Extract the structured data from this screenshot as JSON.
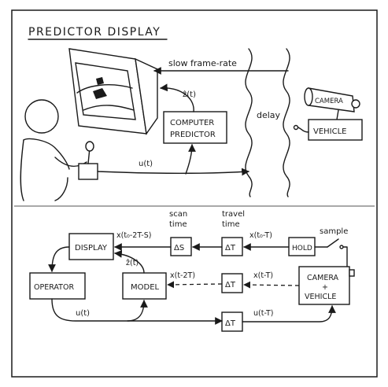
{
  "title": "PREDICTOR DISPLAY",
  "top": {
    "slow_frame_rate": "slow frame-rate",
    "z_hat": "ẑ(t)",
    "computer_predictor_line1": "COMPUTER",
    "computer_predictor_line2": "PREDICTOR",
    "u_t": "u(t)",
    "delay": "delay",
    "camera": "CAMERA",
    "vehicle": "VEHICLE"
  },
  "bottom": {
    "scan_time_line1": "scan",
    "scan_time_line2": "time",
    "travel_time_line1": "travel",
    "travel_time_line2": "time",
    "sample": "sample",
    "display": "DISPLAY",
    "delta_s": "ΔS",
    "delta_t": "ΔT",
    "hold": "HOLD",
    "operator": "OPERATOR",
    "model": "MODEL",
    "camera_vehicle_line1": "CAMERA",
    "camera_vehicle_line2": "+",
    "camera_vehicle_line3": "VEHICLE",
    "x_display": "x(t₀-2T-S)",
    "x_hold": "x(t₀-T)",
    "z_hat_model": "ẑ(t)",
    "x_model": "x(t-2T)",
    "x_camera": "x(t-T)",
    "u_t": "u(t)",
    "u_t_minus_T": "u(t-T)"
  }
}
